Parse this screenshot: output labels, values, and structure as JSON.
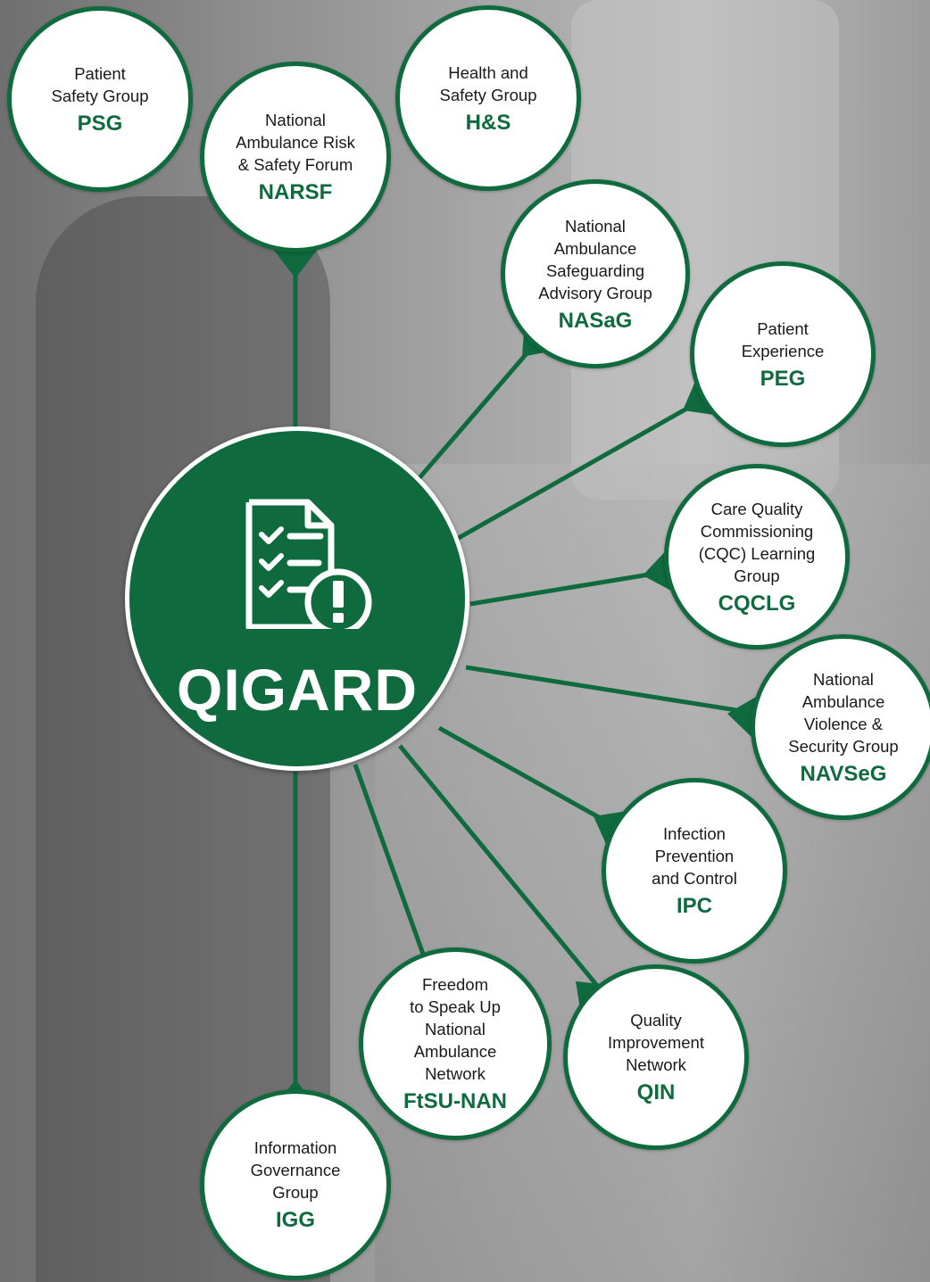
{
  "colors": {
    "accent": "#0f6a3e",
    "node_fill": "#ffffff",
    "background": "#9a9a9a"
  },
  "hub": {
    "title": "QIGARD",
    "icon": "checklist-alert-icon"
  },
  "nodes": [
    {
      "id": "psg",
      "label": "Patient\nSafety Group",
      "abbr": "PSG"
    },
    {
      "id": "narsf",
      "label": "National\nAmbulance Risk\n& Safety Forum",
      "abbr": "NARSF"
    },
    {
      "id": "hs",
      "label": "Health and\nSafety Group",
      "abbr": "H&S"
    },
    {
      "id": "nasag",
      "label": "National\nAmbulance\nSafeguarding\nAdvisory Group",
      "abbr": "NASaG"
    },
    {
      "id": "peg",
      "label": "Patient\nExperience",
      "abbr": "PEG"
    },
    {
      "id": "cqclg",
      "label": "Care Quality\nCommissioning\n(CQC) Learning\nGroup",
      "abbr": "CQCLG"
    },
    {
      "id": "navseg",
      "label": "National\nAmbulance\nViolence &\nSecurity Group",
      "abbr": "NAVSeG"
    },
    {
      "id": "ipc",
      "label": "Infection\nPrevention\nand Control",
      "abbr": "IPC"
    },
    {
      "id": "qin",
      "label": "Quality\nImprovement\nNetwork",
      "abbr": "QIN"
    },
    {
      "id": "ftsu",
      "label": "Freedom\nto Speak Up\nNational\nAmbulance\nNetwork",
      "abbr": "FtSU-NAN"
    },
    {
      "id": "igg",
      "label": "Information\nGovernance\nGroup",
      "abbr": "IGG"
    }
  ]
}
